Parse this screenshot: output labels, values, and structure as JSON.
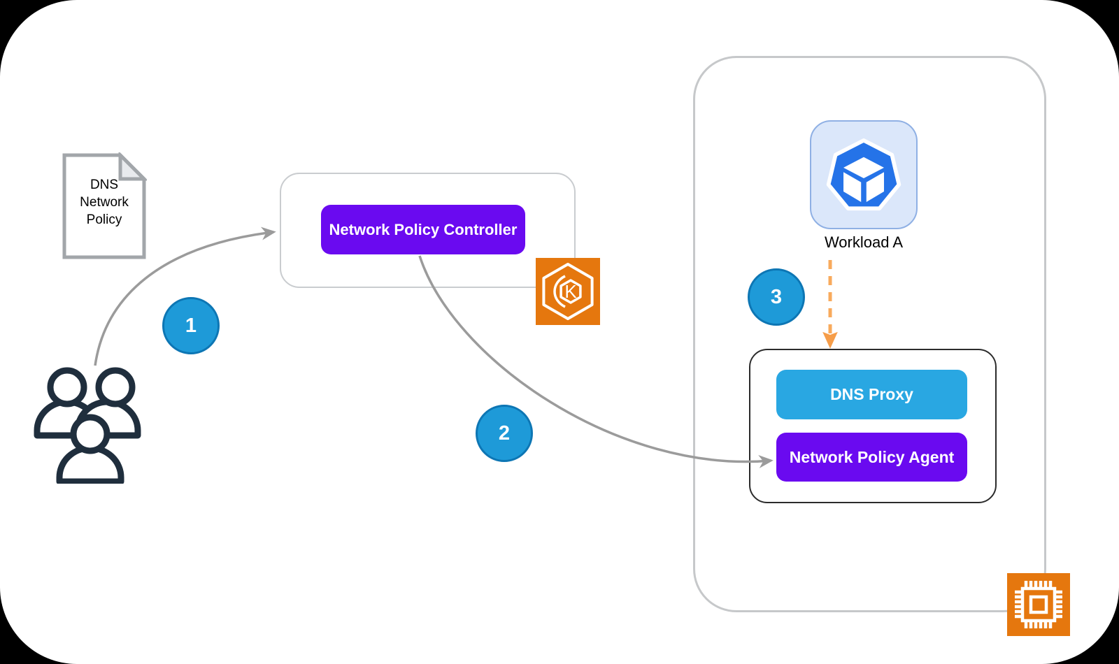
{
  "diagram": {
    "title_context": "DNS network policy flow",
    "colors": {
      "outer_background": "#000000",
      "canvas": "#ffffff",
      "container_border": "#c9cccf",
      "pod_border": "#2b2b2b",
      "purple_component": "#6a0af0",
      "blue_component": "#29a7e2",
      "step_badge_fill": "#1e9ad8",
      "step_badge_border": "#0d76b4",
      "aws_orange": "#e5770e",
      "flow_arrow_gray": "#9b9b9b",
      "dns_arrow_orange": "#f8aa5c",
      "users_icon_navy": "#1f2e3d",
      "workload_tile_fill": "#dbe7fa",
      "workload_glyph_blue": "#2573e8"
    },
    "document": {
      "label": "DNS Network Policy",
      "icon": "policy-document-icon"
    },
    "actors": {
      "icon": "users-icon"
    },
    "controller": {
      "label": "Network Policy Controller"
    },
    "cluster_icon": {
      "name": "amazon-eks-icon",
      "letter": "K"
    },
    "steps": [
      {
        "number": "1"
      },
      {
        "number": "2"
      },
      {
        "number": "3"
      }
    ],
    "node": {
      "instance_icon": "ec2-instance-chip-icon",
      "workload": {
        "label": "Workload A",
        "icon": "workload-pod-icon"
      },
      "pod": {
        "dns_proxy": {
          "label": "DNS Proxy"
        },
        "agent": {
          "label": "Network Policy Agent"
        }
      }
    }
  }
}
